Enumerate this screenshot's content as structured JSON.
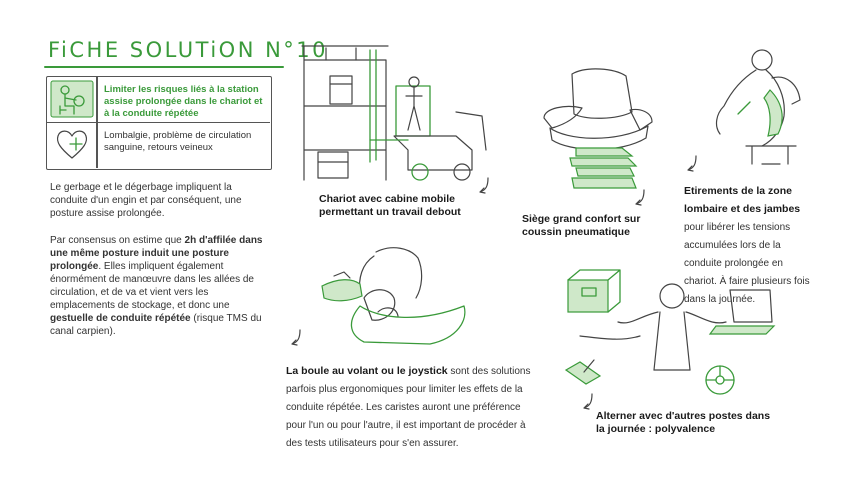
{
  "header": {
    "title": "FiCHE SOLUTiON N°10"
  },
  "problem_box": {
    "risk_text": "Limiter les risques liés à la station assise prolongée dans le chariot et à la conduite répétée",
    "health_text": "Lombalgie, problème de circulation sanguine, retours veineux"
  },
  "intro": {
    "paragraph1": "Le gerbage et le dégerbage impliquent la conduite d'un engin et par conséquent, une posture assise prolongée.",
    "p2_part1": "Par consensus on estime que ",
    "p2_bold1": "2h d'affilée dans une même posture  induit une posture prolongée",
    "p2_part2": ". Elles impliquent également énormément de manœuvre dans les allées de circulation, et de va et vient vers les emplacements de stockage, et donc une ",
    "p2_bold2": "gestuelle de conduite répétée",
    "p2_part3": " (risque TMS du canal carpien)."
  },
  "solutions": {
    "chariot": "Chariot avec cabine mobile permettant un travail debout",
    "siege": "Siège grand confort sur coussin pneumatique",
    "etirements_bold": "Etirements de la zone lombaire et des jambes",
    "etirements_text": " pour libérer les tensions accumulées lors de la conduite prolongée en chariot. À faire plusieurs fois dans la journée.",
    "boule_bold": "La boule au volant ou le joystick",
    "boule_text": " sont des solutions parfois plus ergonomiques pour limiter les effets de la conduite répétée. Les caristes auront une préférence pour l'un ou pour l'autre, il est important de procéder à des tests utilisateurs pour s'en assurer.",
    "alterner": "Alterner avec d'autres postes dans la journée : polyvalence"
  },
  "colors": {
    "accent": "#3a9a3a",
    "accent_light": "#cfe8c9",
    "text": "#1a1a1a"
  },
  "icons": [
    "person-at-wheel-icon",
    "heart-cross-icon"
  ]
}
